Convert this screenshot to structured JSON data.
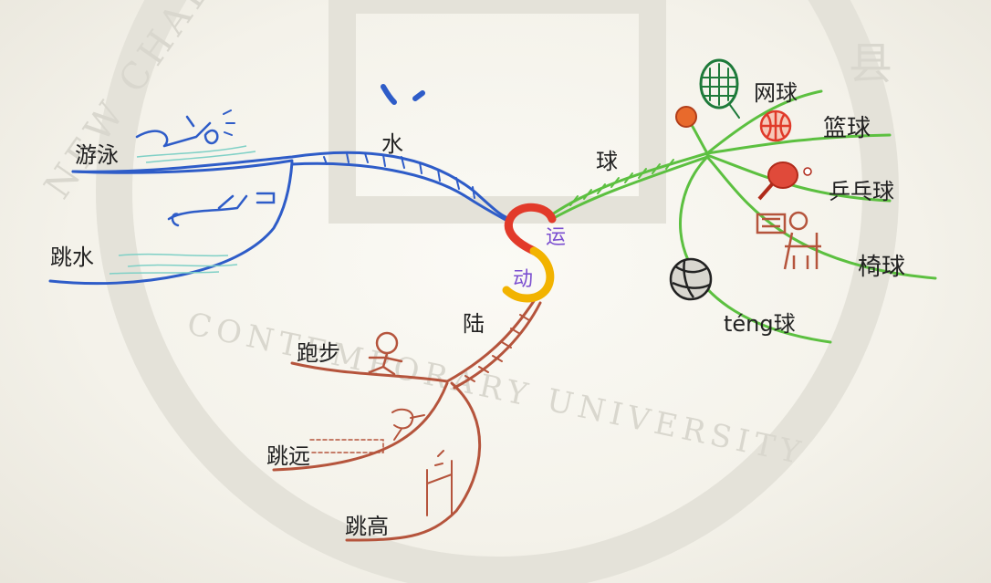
{
  "center": {
    "char1": "运",
    "char2": "动"
  },
  "branches": {
    "water": {
      "label": "水",
      "children": [
        "游泳",
        "跳水"
      ]
    },
    "ball": {
      "label": "球",
      "children": [
        "网球",
        "篮球",
        "乒乓球",
        "椅球",
        "téng球"
      ]
    },
    "land": {
      "label": "陆",
      "children": [
        "跑步",
        "跳远",
        "跳高"
      ]
    }
  },
  "watermark": {
    "left_text": "NEW CHALLENGE",
    "bottom_text": "CONTEMPORARY UNIVERSITY",
    "seal": "县"
  },
  "colors": {
    "water": "#2e5cc8",
    "ball": "#5cc040",
    "land": "#b5543c",
    "center_s_top": "#e23a2a",
    "center_s_bottom": "#f2b300",
    "center_text": "#7b4fd0",
    "paper": "#f4f2ea"
  }
}
